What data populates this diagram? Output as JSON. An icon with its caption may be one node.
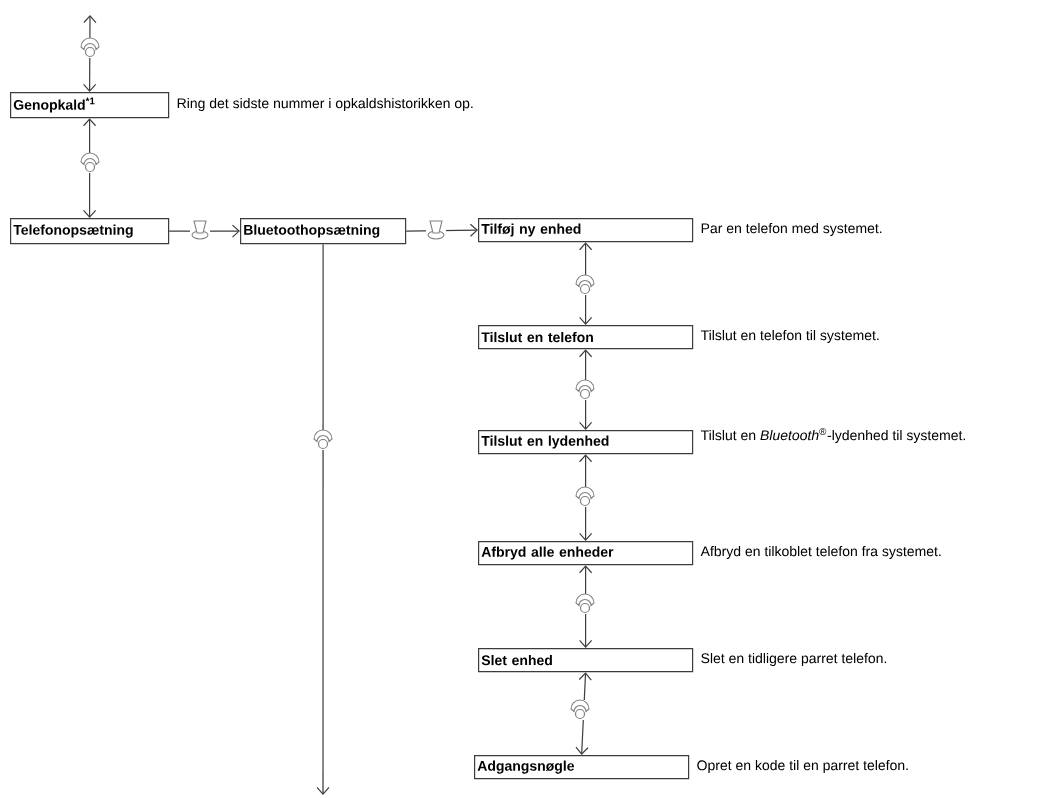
{
  "diagram": {
    "nodes": [
      {
        "text": [
          "Genopkald$^{*1}$"
        ],
        "beside": [
          "Ring det sidste nummer i opkaldshistorikken op."
        ]
      },
      {
        "text": [
          "Telefonopsætning"
        ]
      },
      {
        "text": [
          "Bluetoothopsætning"
        ]
      },
      {
        "text": [
          "Tilføj ny enhed"
        ],
        "beside": [
          "Par en telefon med systemet."
        ]
      },
      {
        "text": [
          "Tilslut en telefon"
        ],
        "beside": [
          "Tilslut en telefon til systemet."
        ]
      },
      {
        "text": [
          "Tilslut en lydenhed"
        ],
        "beside": [
          "Tilslut en *Bluetooth*$^{®}$-lydenhed til systemet."
        ]
      },
      {
        "text": [
          "Afbryd alle enheder"
        ],
        "beside": [
          "Afbryd en tilkoblet telefon fra systemet."
        ]
      },
      {
        "text": [
          "Slet enhed"
        ],
        "beside": [
          "Slet en tidligere parret telefon."
        ]
      },
      {
        "text": [
          "Adgangsnøgle"
        ],
        "beside": [
          "Opret en kode til en parret telefon."
        ]
      }
    ],
    "edges": [
      {
        "from": 0,
        "to": null,
        "arrow": "both"
      },
      {
        "from": 0,
        "to": 1,
        "arrow": "both"
      },
      {
        "from": 1,
        "to": 2,
        "arrow": "to"
      },
      {
        "from": 2,
        "to": 3,
        "arrow": "to"
      },
      {
        "from": 3,
        "to": 4,
        "arrow": "both"
      },
      {
        "from": 4,
        "to": 5,
        "arrow": "both"
      },
      {
        "from": 5,
        "to": 6,
        "arrow": "both"
      },
      {
        "from": 6,
        "to": 7,
        "arrow": "both"
      },
      {
        "from": 7,
        "to": 8,
        "arrow": "both"
      },
      {
        "from": 2,
        "to": null,
        "arrow": "to"
      }
    ]
  }
}
